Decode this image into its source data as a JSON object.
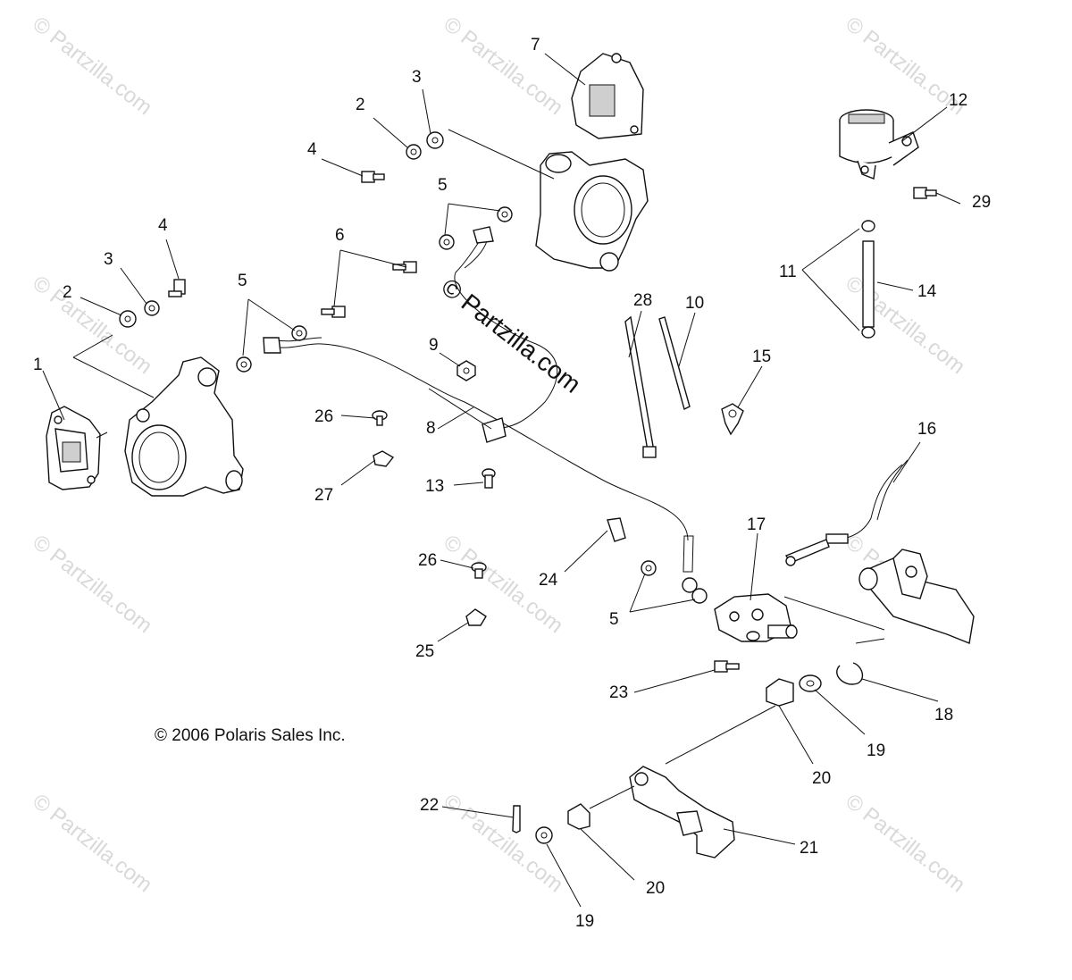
{
  "watermark": {
    "text": "© Partzilla.com",
    "center_text": "© Partzilla.com"
  },
  "copyright": "© 2006 Polaris Sales Inc.",
  "callouts": [
    "1",
    "2",
    "3",
    "4",
    "2",
    "3",
    "4",
    "5",
    "5",
    "6",
    "5",
    "7",
    "8",
    "9",
    "10",
    "11",
    "12",
    "13",
    "14",
    "15",
    "16",
    "17",
    "18",
    "19",
    "19",
    "20",
    "20",
    "21",
    "22",
    "23",
    "24",
    "5",
    "25",
    "26",
    "26",
    "27",
    "28",
    "29"
  ]
}
